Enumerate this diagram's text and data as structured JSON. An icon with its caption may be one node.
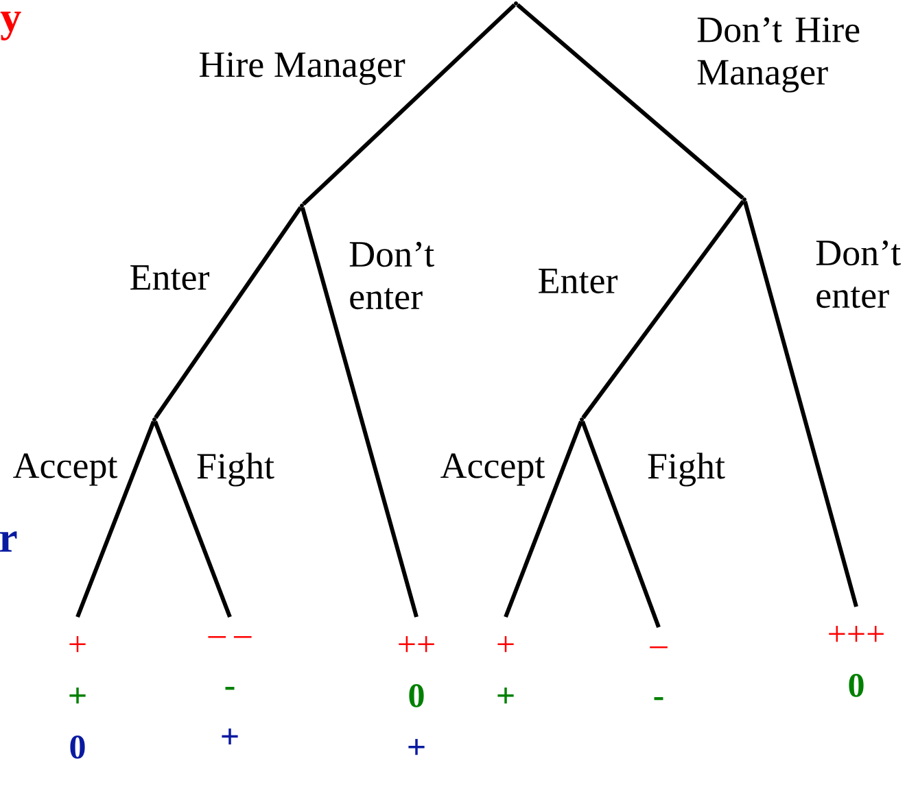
{
  "diagram": {
    "nodes": [
      {
        "text": [],
        "shape": "point"
      },
      {
        "text": [],
        "shape": "point"
      },
      {
        "text": [],
        "shape": "point"
      },
      {
        "text": [],
        "shape": "point"
      },
      {
        "text": [
          "+",
          "+",
          "0"
        ]
      },
      {
        "text": [
          "– –",
          "-",
          "+"
        ]
      },
      {
        "text": [
          "++",
          "0",
          "+"
        ]
      },
      {
        "text": [],
        "shape": "point"
      },
      {
        "text": [
          "+",
          "+"
        ]
      },
      {
        "text": [
          "–",
          "-"
        ]
      },
      {
        "text": [
          "+++",
          "0"
        ]
      }
    ],
    "edges": [
      {
        "from": 0,
        "to": 1,
        "arrow": "none",
        "label": "Hire Manager"
      },
      {
        "from": 0,
        "to": 2,
        "arrow": "none",
        "label": "Don’t Hire Manager"
      },
      {
        "from": 1,
        "to": 3,
        "arrow": "none",
        "label": "Enter"
      },
      {
        "from": 1,
        "to": 6,
        "arrow": "none",
        "label": "Don’t enter"
      },
      {
        "from": 3,
        "to": 4,
        "arrow": "none",
        "label": "Accept"
      },
      {
        "from": 3,
        "to": 5,
        "arrow": "none",
        "label": "Fight"
      },
      {
        "from": 2,
        "to": 7,
        "arrow": "none",
        "label": "Enter"
      },
      {
        "from": 2,
        "to": 10,
        "arrow": "none",
        "label": "Don’t enter"
      },
      {
        "from": 7,
        "to": 8,
        "arrow": "none",
        "label": "Accept"
      },
      {
        "from": 7,
        "to": 9,
        "arrow": "none",
        "label": "Fight"
      }
    ],
    "labels": [
      "y",
      "r"
    ]
  }
}
